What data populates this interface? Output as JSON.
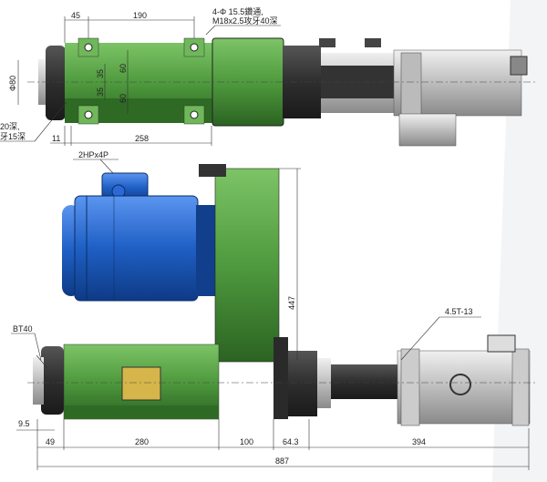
{
  "top_view": {
    "dims": {
      "d45": "45",
      "d190": "190",
      "d11": "11",
      "d258": "258",
      "phi80": "Φ80",
      "d35a": "35",
      "d35b": "35",
      "d60a": "60",
      "d60b": "60"
    },
    "note_holes": [
      "4-Φ 15.5鑽通,",
      "M18x2.5攻牙40深"
    ],
    "note_left": [
      "20深,",
      "牙15深"
    ]
  },
  "motor": {
    "label": "2HPx4P",
    "color": "#1f5fc4"
  },
  "front_view": {
    "dims": {
      "d447": "447",
      "d9_5": "9.5",
      "d49": "49",
      "d280": "280",
      "d100": "100",
      "d64_3": "64.3",
      "d394": "394",
      "d887": "887"
    },
    "bt40": "BT40",
    "cylinder": "4.5T-13"
  },
  "colors": {
    "body_green": "#4f9a3e",
    "dark_green": "#2f6a25",
    "dark_gray": "#2e2e2e",
    "silver": "#c8c8c8"
  }
}
